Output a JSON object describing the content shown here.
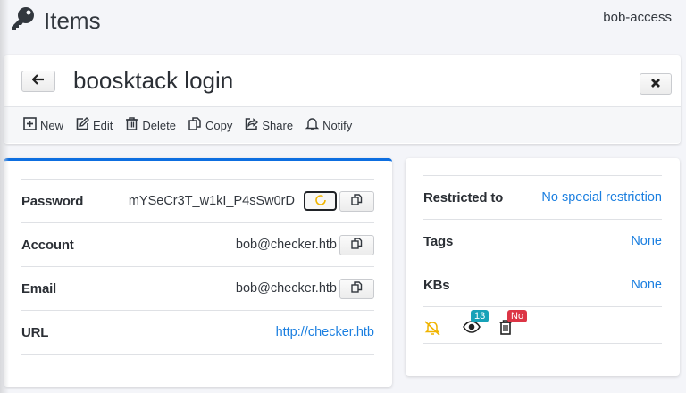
{
  "header": {
    "title": "Items",
    "icon": "key-icon",
    "user": "bob-access"
  },
  "item": {
    "name": "boosktack login",
    "back_icon": "arrow-left-icon",
    "close_icon": "close-icon"
  },
  "toolbar": {
    "items": [
      {
        "label": "New",
        "icon": "plus-square-icon"
      },
      {
        "label": "Edit",
        "icon": "edit-icon"
      },
      {
        "label": "Delete",
        "icon": "trash-icon"
      },
      {
        "label": "Copy",
        "icon": "copy-icon"
      },
      {
        "label": "Share",
        "icon": "share-icon"
      },
      {
        "label": "Notify",
        "icon": "bell-icon"
      }
    ]
  },
  "details": {
    "rows": [
      {
        "label": "Password",
        "value": "mYSeCr3T_w1kI_P4sSw0rD"
      },
      {
        "label": "Account",
        "value": "bob@checker.htb"
      },
      {
        "label": "Email",
        "value": "bob@checker.htb"
      },
      {
        "label": "URL",
        "value": "http://checker.htb"
      }
    ]
  },
  "side": {
    "rows": [
      {
        "label": "Restricted to",
        "value": "No special restriction"
      },
      {
        "label": "Tags",
        "value": "None"
      },
      {
        "label": "KBs",
        "value": "None"
      }
    ],
    "status": {
      "notify_icon": "bell-slash-icon",
      "views_icon": "eye-icon",
      "views_count": "13",
      "deleted_icon": "trash-icon",
      "deleted_badge": "No"
    }
  },
  "colors": {
    "accent": "#0d6ee0",
    "link": "#1b7fe0",
    "badge_info": "#17a2b8",
    "badge_danger": "#dc3545",
    "warning": "#f0b400"
  }
}
